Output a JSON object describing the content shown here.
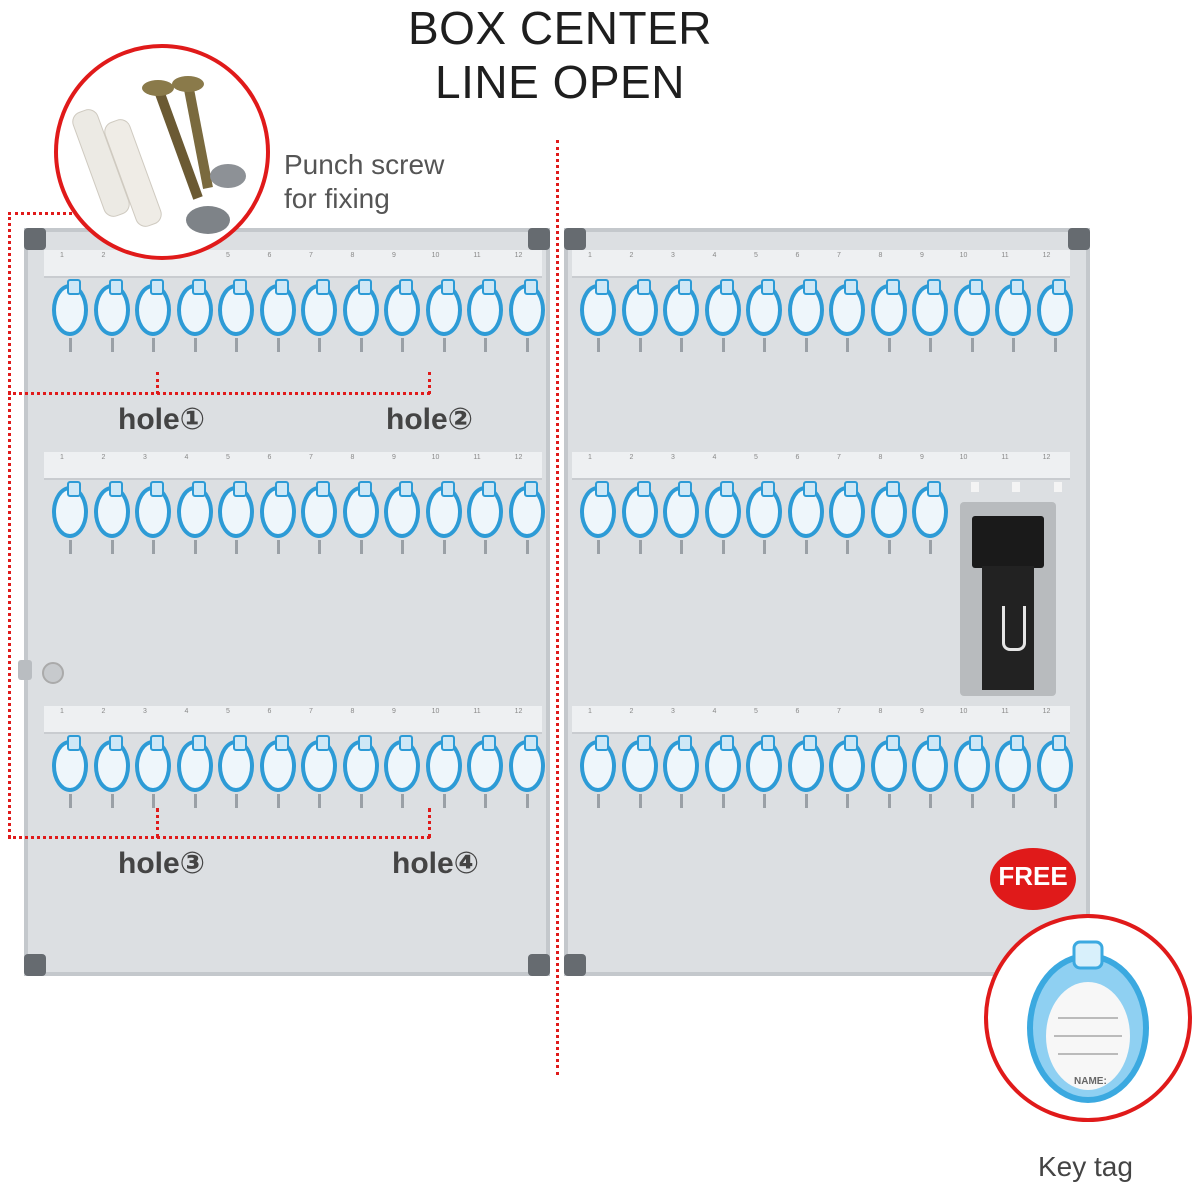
{
  "header": {
    "line1": "BOX CENTER",
    "line2": "LINE OPEN"
  },
  "callouts": {
    "screw_line1": "Punch screw",
    "screw_line2": "for fixing",
    "free": "FREE",
    "key_tag": "Key tag",
    "tag_name_label": "NAME:"
  },
  "holes": {
    "h1": "hole①",
    "h2": "hole②",
    "h3": "hole③",
    "h4": "hole④"
  },
  "rail_numbers": [
    "1",
    "2",
    "3",
    "4",
    "5",
    "6",
    "7",
    "8",
    "9",
    "10",
    "11",
    "12"
  ],
  "colors": {
    "accent_red": "#e01a1a",
    "tag_blue": "#2d9bd6",
    "cabinet_grey": "#dcdfe2"
  }
}
